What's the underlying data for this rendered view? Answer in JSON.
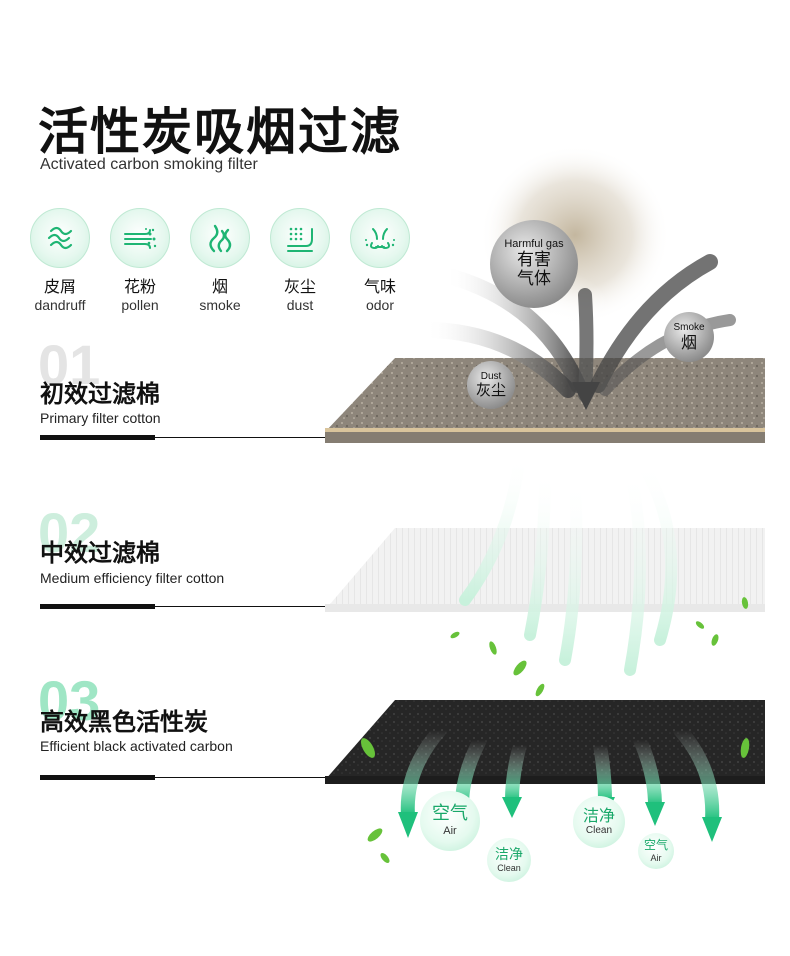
{
  "header": {
    "title": "活性炭吸烟过滤",
    "subtitle": "Activated carbon smoking filter"
  },
  "icons": [
    {
      "cn": "皮屑",
      "en": "dandruff",
      "icon": "dandruff-icon"
    },
    {
      "cn": "花粉",
      "en": "pollen",
      "icon": "pollen-icon"
    },
    {
      "cn": "烟",
      "en": "smoke",
      "icon": "smoke-icon"
    },
    {
      "cn": "灰尘",
      "en": "dust",
      "icon": "dust-icon"
    },
    {
      "cn": "气味",
      "en": "odor",
      "icon": "odor-icon"
    }
  ],
  "layers": [
    {
      "num": "01",
      "cn": "初效过滤棉",
      "en": "Primary filter cotton"
    },
    {
      "num": "02",
      "cn": "中效过滤棉",
      "en": "Medium efficiency filter cotton"
    },
    {
      "num": "03",
      "cn": "高效黑色活性炭",
      "en": "Efficient black activated carbon"
    }
  ],
  "bubbles": {
    "harmful": {
      "en": "Harmful gas",
      "cn1": "有害",
      "cn2": "气体"
    },
    "smoke": {
      "en": "Smoke",
      "cn": "烟"
    },
    "dust": {
      "en": "Dust",
      "cn": "灰尘"
    },
    "air1": {
      "cn": "空气",
      "en": "Air"
    },
    "clean1": {
      "cn": "洁净",
      "en": "Clean"
    },
    "clean2": {
      "cn": "洁净",
      "en": "Clean"
    },
    "air2": {
      "cn": "空气",
      "en": "Air"
    }
  },
  "colors": {
    "accent": "#1fb574",
    "accent_light": "#bff0d8",
    "dark": "#111111",
    "carbon": "#2a2a2a",
    "primary_cotton": "#8d857c",
    "medium_cotton": "#f0f0f0"
  }
}
